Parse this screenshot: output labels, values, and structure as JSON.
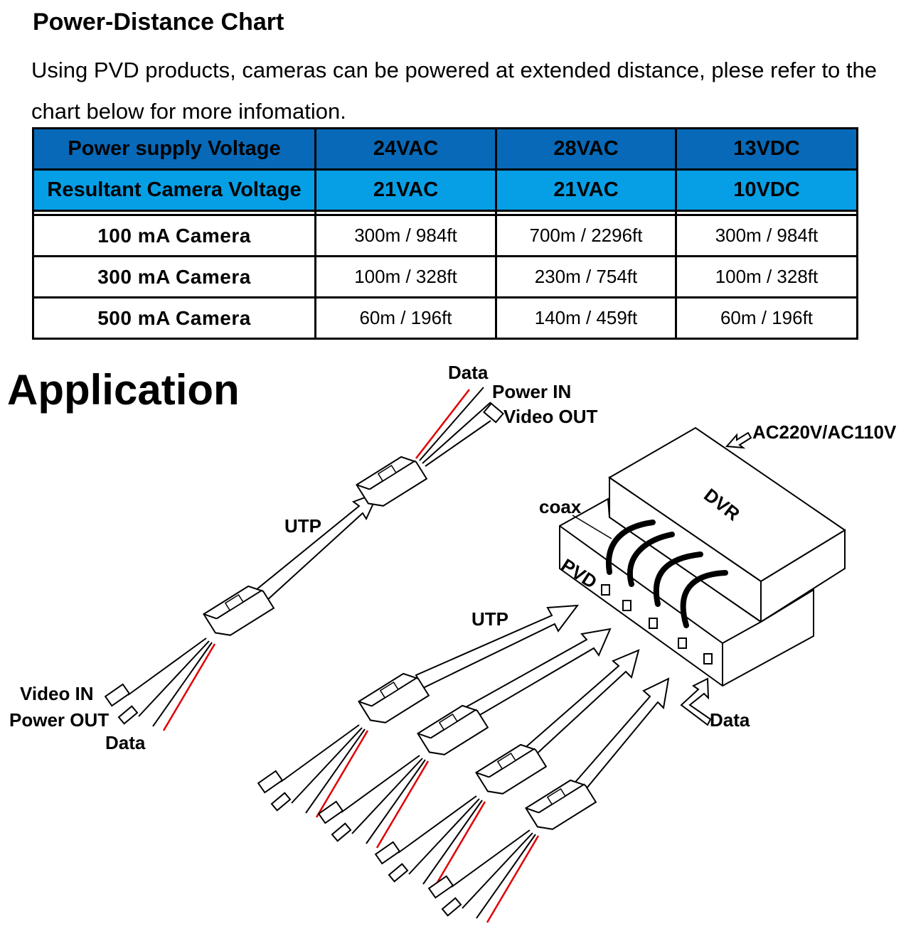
{
  "header": {
    "title": "Power-Distance Chart",
    "intro": "Using PVD products, cameras can be powered at extended distance, plese refer to the chart below for more infomation."
  },
  "table": {
    "supply_label": "Power supply Voltage",
    "supply_values": [
      "24VAC",
      "28VAC",
      "13VDC"
    ],
    "resultant_label": "Resultant Camera Voltage",
    "resultant_values": [
      "21VAC",
      "21VAC",
      "10VDC"
    ],
    "rows": [
      {
        "camera": "100 mA Camera",
        "values": [
          "300m / 984ft",
          "700m / 2296ft",
          "300m / 984ft"
        ]
      },
      {
        "camera": "300 mA Camera",
        "values": [
          "100m / 328ft",
          "230m / 754ft",
          "100m / 328ft"
        ]
      },
      {
        "camera": "500 mA Camera",
        "values": [
          "60m / 196ft",
          "140m / 459ft",
          "60m / 196ft"
        ]
      }
    ],
    "colors": {
      "supply_row": "#0769b8",
      "resultant_row": "#069fe6"
    }
  },
  "application": {
    "title": "Application",
    "labels": {
      "data_top": "Data",
      "power_in": "Power IN",
      "video_out": "Video OUT",
      "ac_power": "AC220V/AC110V",
      "dvr": "DVR",
      "coax": "coax",
      "pvd": "PVD",
      "utp_top": "UTP",
      "utp_bottom": "UTP",
      "video_in": "Video IN",
      "power_out": "Power OUT",
      "data_left": "Data",
      "data_right": "Data"
    },
    "wire_color": "#e00000"
  }
}
